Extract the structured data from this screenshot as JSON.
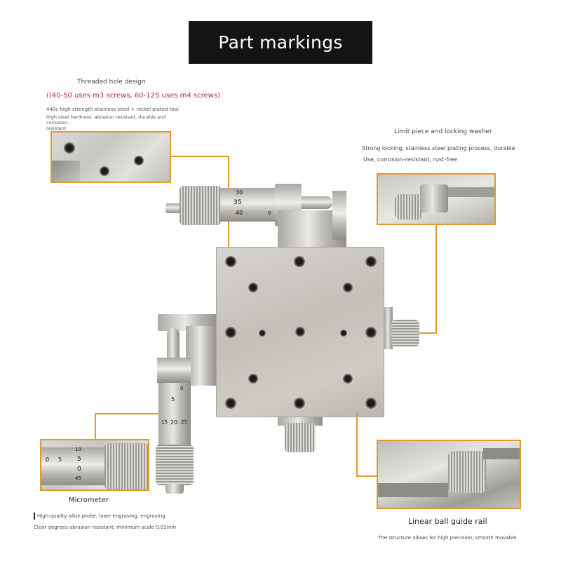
{
  "header": {
    "title": "Part markings"
  },
  "threaded": {
    "heading": "Threaded hole design",
    "screws": "(40-50 uses m3 screws, 60-125 uses m4 screws)",
    "material": "440c high strength stainless steel + nickel plated tool",
    "note_line1": "High steel hardness, abrasion resistant, durable and corrosion-",
    "note_line2": "resistant"
  },
  "limit": {
    "heading": "Limit piece and locking washer",
    "line1": "Strong locking, stainless steel plating process, durable",
    "line2": "Use, corrosion-resistant, rust-free"
  },
  "micrometer": {
    "heading": "Micrometer",
    "line1": "High-quality alloy probe, laser engraving, engraving",
    "line2": "Clear degrees abrasion resistant, minimum scale 0.01mm"
  },
  "rail": {
    "heading": "Linear ball guide rail",
    "line1": "The structure allows for high precision, smooth movable"
  },
  "scale_top": {
    "t1": "30",
    "t2": "35",
    "t3": "40",
    "t4": "0"
  },
  "scale_left": {
    "t1": "0",
    "t2": "5",
    "t3": "20",
    "t4": "15",
    "t5": "25"
  },
  "scale_inset": {
    "t1": "10",
    "t2": "0",
    "t3": "5",
    "t4": "5",
    "t5": "0",
    "t6": "45"
  },
  "colors": {
    "accent": "#e29a2b",
    "red_text": "#b5302a",
    "title_bg": "#141414"
  }
}
